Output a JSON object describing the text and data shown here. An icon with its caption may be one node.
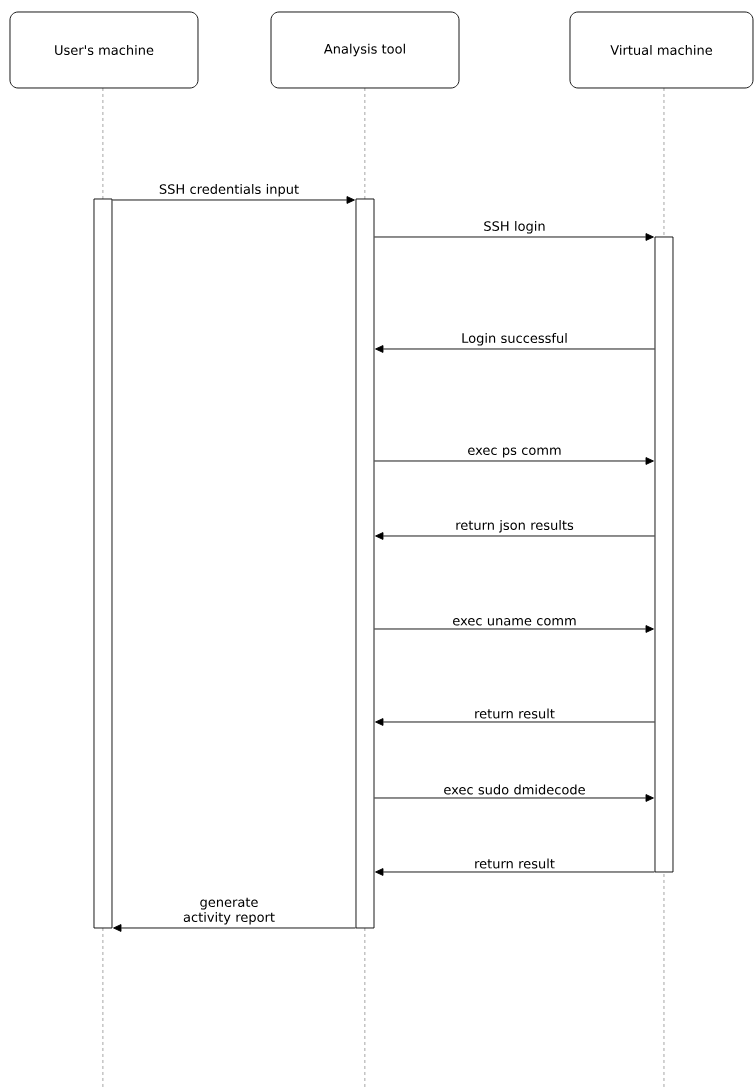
{
  "diagram": {
    "nodes": [
      {
        "text": [
          "User's machine"
        ]
      },
      {
        "text": [
          "Analysis tool"
        ]
      },
      {
        "text": [
          "Virtual machine"
        ]
      },
      {
        "text": [],
        "shape": "bar"
      },
      {
        "text": [],
        "shape": "bar"
      },
      {
        "text": [],
        "shape": "bar"
      }
    ],
    "edges": [
      {
        "from": 3,
        "to": 4,
        "arrow": "to",
        "label": "SSH credentials input"
      },
      {
        "from": 4,
        "to": 5,
        "arrow": "to",
        "label": "SSH login"
      },
      {
        "from": 5,
        "to": 4,
        "arrow": "to",
        "label": "Login successful"
      },
      {
        "from": 4,
        "to": 5,
        "arrow": "to",
        "label": "exec ps comm"
      },
      {
        "from": 5,
        "to": 4,
        "arrow": "to",
        "label": "return json results"
      },
      {
        "from": 4,
        "to": 5,
        "arrow": "to",
        "label": "exec uname comm"
      },
      {
        "from": 5,
        "to": 4,
        "arrow": "to",
        "label": "return result"
      },
      {
        "from": 4,
        "to": 5,
        "arrow": "to",
        "label": "exec sudo dmidecode"
      },
      {
        "from": 5,
        "to": 4,
        "arrow": "to",
        "label": "return result"
      },
      {
        "from": 4,
        "to": 3,
        "arrow": "to",
        "label": "generate activity report"
      }
    ]
  }
}
